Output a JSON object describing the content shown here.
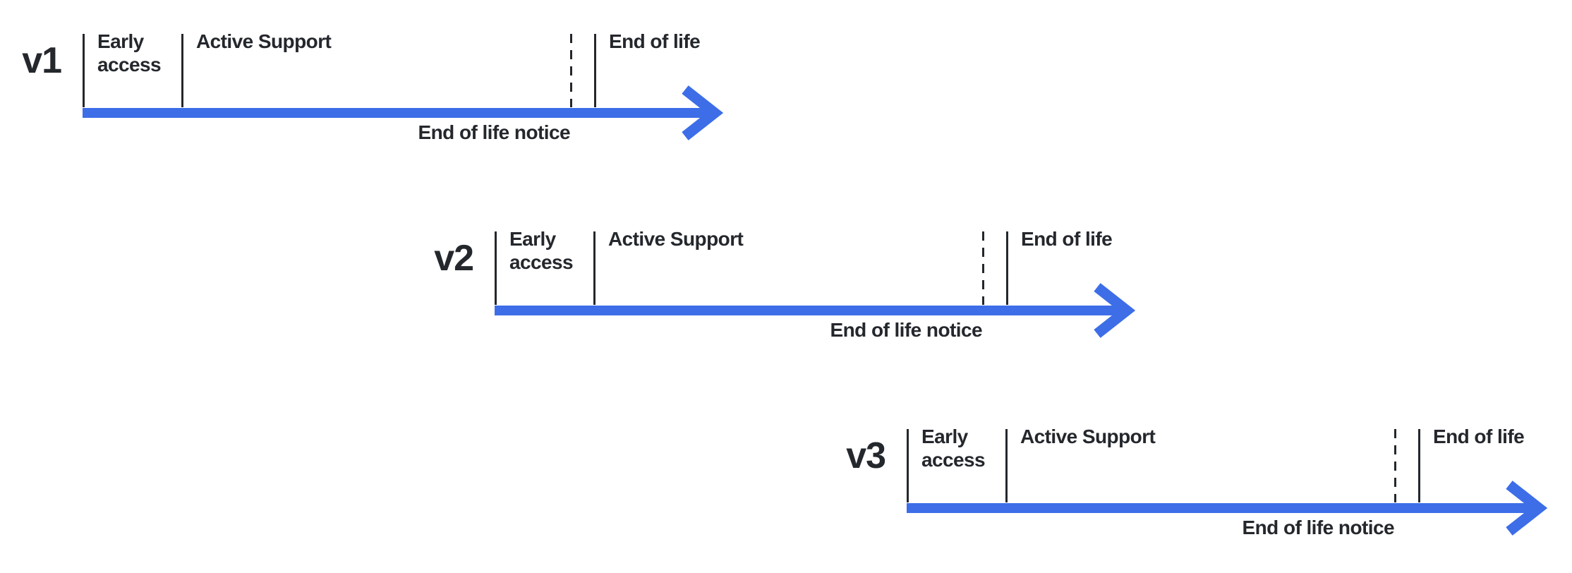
{
  "canvas": {
    "background_color": "#ffffff",
    "arrow_color": "#3d6ee8",
    "ink_color": "#24272c"
  },
  "timelines": [
    {
      "version": "v1",
      "phases": {
        "early_access": "Early access",
        "active_support": "Active Support",
        "end_of_life": "End of life",
        "end_of_life_notice": "End of life notice"
      }
    },
    {
      "version": "v2",
      "phases": {
        "early_access": "Early access",
        "active_support": "Active Support",
        "end_of_life": "End of life",
        "end_of_life_notice": "End of life notice"
      }
    },
    {
      "version": "v3",
      "phases": {
        "early_access": "Early access",
        "active_support": "Active Support",
        "end_of_life": "End of life",
        "end_of_life_notice": "End of life notice"
      }
    }
  ]
}
